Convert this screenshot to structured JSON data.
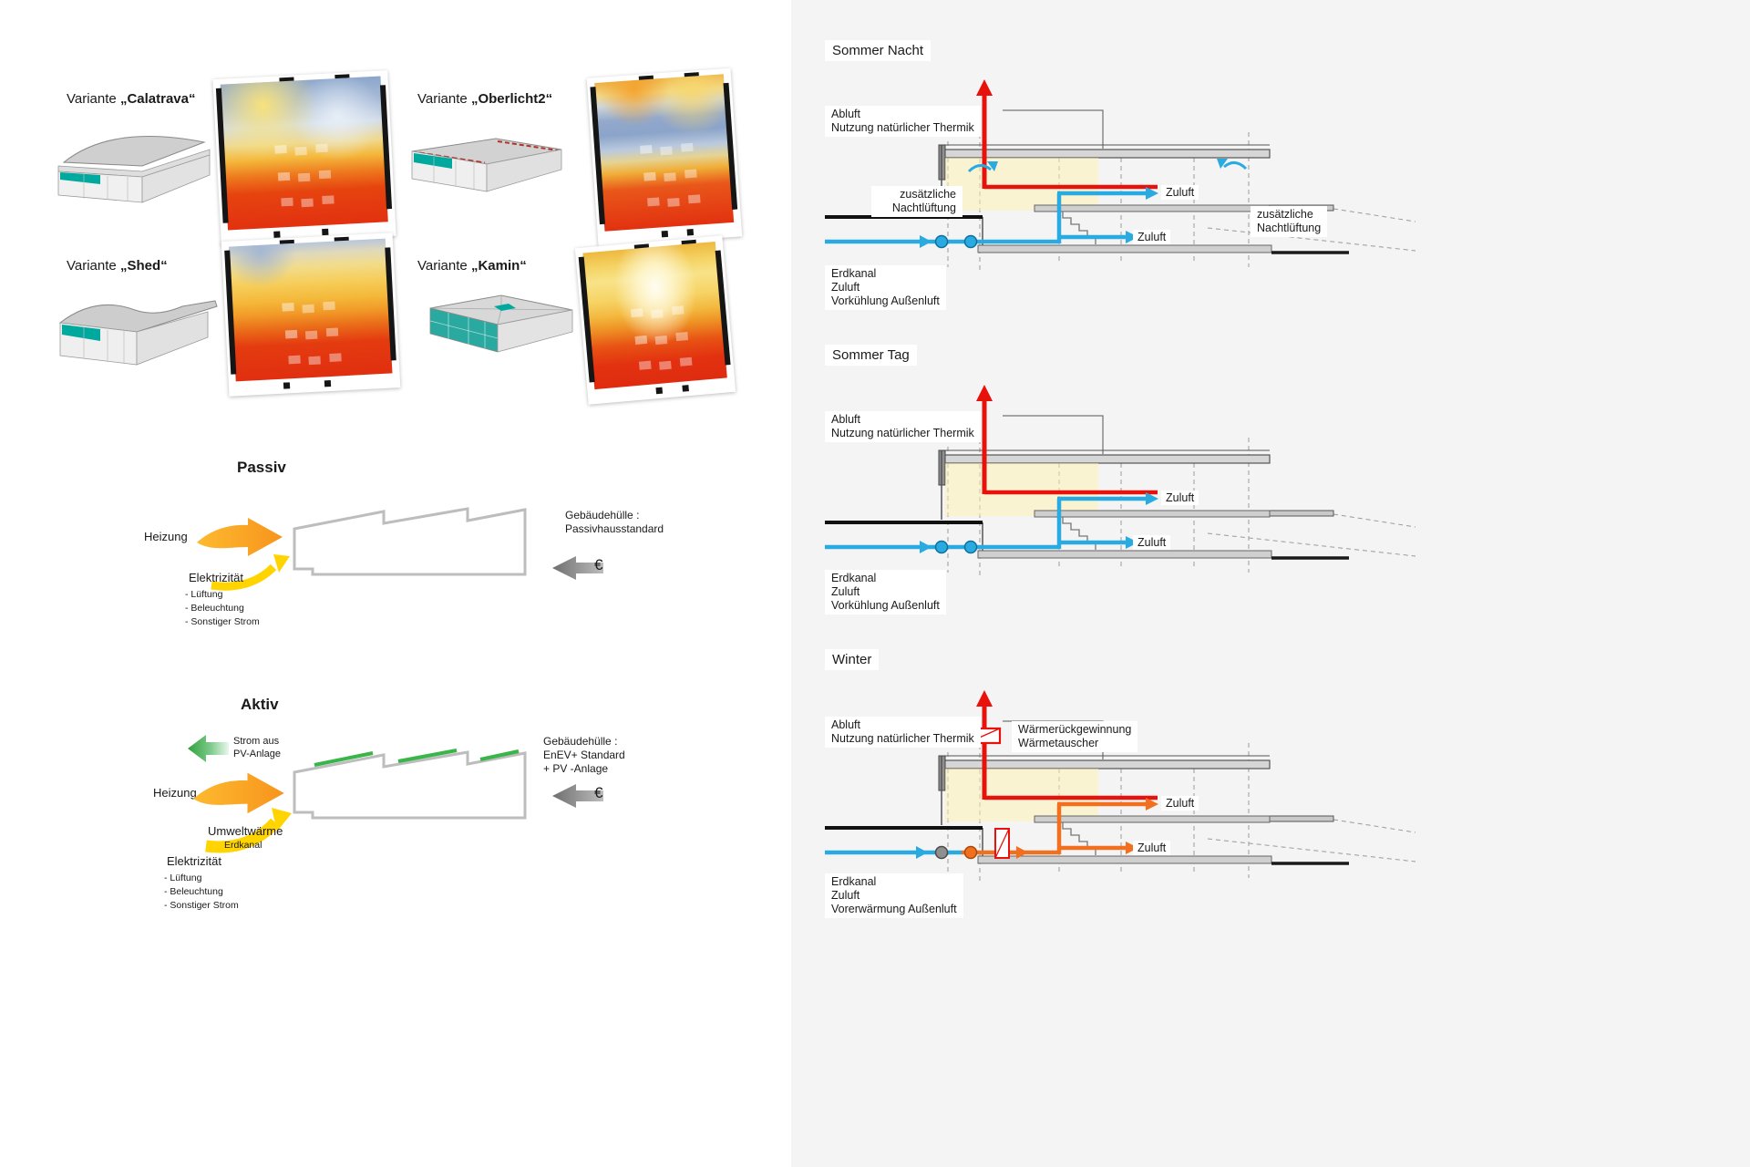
{
  "variants": [
    {
      "prefix": "Variante",
      "name": "„Calatrava“"
    },
    {
      "prefix": "Variante",
      "name": "„Oberlicht2“"
    },
    {
      "prefix": "Variante",
      "name": "„Shed“"
    },
    {
      "prefix": "Variante",
      "name": "„Kamin“"
    }
  ],
  "passiv": {
    "title": "Passiv",
    "heizung": "Heizung",
    "elektrizitaet": "Elektrizität",
    "strom_items": [
      "- Lüftung",
      "- Beleuchtung",
      "- Sonstiger Strom"
    ],
    "huelle": [
      "Gebäudehülle :",
      "Passivhausstandard"
    ],
    "euro": "€"
  },
  "aktiv": {
    "title": "Aktiv",
    "pv": [
      "Strom aus",
      "PV-Anlage"
    ],
    "heizung": "Heizung",
    "umweltwaerme": "Umweltwärme",
    "umwelt_sub": "Erdkanal",
    "elektrizitaet": "Elektrizität",
    "strom_items": [
      "- Lüftung",
      "- Beleuchtung",
      "- Sonstiger Strom"
    ],
    "huelle": [
      "Gebäudehülle :",
      "EnEV+ Standard",
      "+ PV -Anlage"
    ],
    "euro": "€"
  },
  "sections": {
    "sommer_nacht": {
      "title": "Sommer Nacht",
      "abluft": [
        "Abluft",
        "Nutzung natürlicher Thermik"
      ],
      "nacht_links": [
        "zusätzliche",
        "Nachtlüftung"
      ],
      "nacht_rechts": [
        "zusätzliche",
        "Nachtlüftung"
      ],
      "zuluft_oben": "Zuluft",
      "zuluft_unten": "Zuluft",
      "erdkanal": [
        "Erdkanal",
        "Zuluft",
        "Vorkühlung Außenluft"
      ]
    },
    "sommer_tag": {
      "title": "Sommer Tag",
      "abluft": [
        "Abluft",
        "Nutzung natürlicher Thermik"
      ],
      "zuluft_oben": "Zuluft",
      "zuluft_unten": "Zuluft",
      "erdkanal": [
        "Erdkanal",
        "Zuluft",
        "Vorkühlung Außenluft"
      ]
    },
    "winter": {
      "title": "Winter",
      "abluft": [
        "Abluft",
        "Nutzung natürlicher Thermik"
      ],
      "waermerueckgewinnung": [
        "Wärmerückgewinnung",
        "Wärmetauscher"
      ],
      "zuluft_oben": "Zuluft",
      "zuluft_unten": "Zuluft",
      "erdkanal": [
        "Erdkanal",
        "Zuluft",
        "Vorerwärmung Außenluft"
      ]
    }
  },
  "colors": {
    "exhaust_red": "#E8120C",
    "supply_blue": "#29ABE2",
    "winter_supply_orange": "#F07020",
    "heizung_orange": "#F7941D",
    "umwelt_gelb": "#FFD400",
    "pv_gruen": "#39B54A",
    "teal": "#00A99D",
    "geld_grau": "#8C8C8C"
  }
}
